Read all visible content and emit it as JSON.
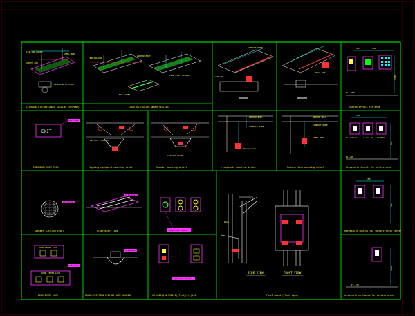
{
  "panel_titles": {
    "lighting_ceiling": "LIGHTING FIXTURE UNDER CEILING (SUSPEND)",
    "lighting_under": "LIGHTING FIXTURE UNDER CEILING",
    "switch_install": "Switch install for area",
    "exit_sign": "EMERGENCY EXIT SIGN",
    "fighting_equipment": "fighting equipment mounting detail",
    "speaker_mounting": "Speaker mounting detail",
    "receptacle_mounting": "receptacle mounting detail",
    "modular_jack": "Modular Jack mounting detail",
    "receptacle_office": "Receptacle install for office area",
    "speaker_ceiling": "Speaker (Ceiling type)",
    "fluorescent_lamp": "Fluorescent lamp",
    "receptacle_factory": "Receptacle install for factory cresh center",
    "door_interlock": "DOOR INTER LOCK",
    "focus_position": "FOCUS-POSITION CEILING DOME HOUSING",
    "code_line": "SK 440B(1)& 3380(1)/T(c3)/L(1)L/0",
    "panel_board": "Panel board (Flush type)",
    "receptacle_outside": "Receptacle no heated for outside arena"
  },
  "view_labels": {
    "side_view": "SIDE VIEW",
    "front_view": "FRONT VIEW"
  },
  "small_labels": {
    "exit": "EXIT",
    "fl_switch": "FL.+150",
    "fl_office": "FL.+30",
    "fl_bottom": "FL.+50",
    "door_interlock_unit": "DOOR INTER LOCK",
    "silicone_caulk": "silicone caulk",
    "dim_switch_w1": "100",
    "dim_switch_w2": "300",
    "dim_switch_h": "1450",
    "dim_office_w": "150",
    "dim_office_h": "300",
    "dim_factory_w": "150",
    "dim_factory_h": "800",
    "dim_bottom_h": "1000",
    "receptacle": "Receptacle",
    "local_sw": "Local SW",
    "sw_box": "SW BOX",
    "ceiling_board": "CEILING BOARD",
    "steel_rod": "STEEL ROD",
    "anchor_bolt": "ANCHOR BOLT",
    "flexible_conduit": "flexible conduit",
    "outlet_box": "OUTLET BOX",
    "lighting_fixture": "LIGHTING FIXTURE",
    "box_cover": "BOX COVER",
    "conduit_pipe": "CONDUIT PIPE",
    "ceiling_rod": "CEILING ROD",
    "ceiling": "CEILING",
    "pull_box": "PULL BOX",
    "wall": "WALL"
  },
  "colors": {
    "frame": "#00ff00",
    "panel_border": "#ff33ff",
    "text": "#ffff33",
    "accent": "#ff3333",
    "line": "#ffffff",
    "cyan": "#00ffff",
    "green_fill": "#33ff33"
  }
}
